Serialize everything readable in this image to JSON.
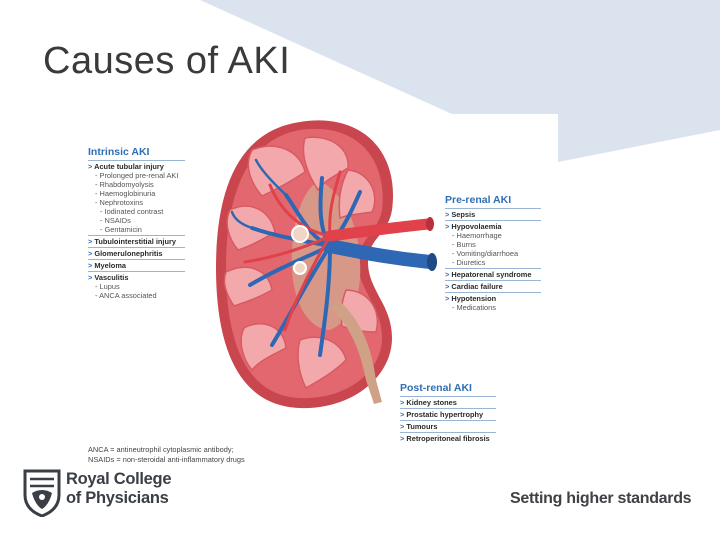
{
  "slide": {
    "title": "Causes of AKI"
  },
  "intrinsic": {
    "title": "Intrinsic AKI",
    "groups": [
      {
        "main": "Acute tubular injury",
        "subs": [
          {
            "level": 1,
            "text": "- Prolonged pre-renal AKI"
          },
          {
            "level": 1,
            "text": "- Rhabdomyolysis"
          },
          {
            "level": 1,
            "text": "- Haemoglobinuria"
          },
          {
            "level": 1,
            "text": "- Nephrotoxins"
          },
          {
            "level": 2,
            "text": "- Iodinated contrast"
          },
          {
            "level": 2,
            "text": "- NSAIDs"
          },
          {
            "level": 2,
            "text": "- Gentamicin"
          }
        ]
      },
      {
        "main": "Tubulointerstitial injury",
        "subs": []
      },
      {
        "main": "Glomerulonephritis",
        "subs": []
      },
      {
        "main": "Myeloma",
        "subs": []
      },
      {
        "main": "Vasculitis",
        "subs": [
          {
            "level": 1,
            "text": "- Lupus"
          },
          {
            "level": 1,
            "text": "- ANCA associated"
          }
        ]
      }
    ]
  },
  "prerenal": {
    "title": "Pre-renal AKI",
    "groups": [
      {
        "main": "Sepsis",
        "subs": []
      },
      {
        "main": "Hypovolaemia",
        "subs": [
          {
            "level": 1,
            "text": "- Haemorrhage"
          },
          {
            "level": 1,
            "text": "- Burns"
          },
          {
            "level": 1,
            "text": "- Vomiting/diarrhoea"
          },
          {
            "level": 1,
            "text": "- Diuretics"
          }
        ]
      },
      {
        "main": "Hepatorenal syndrome",
        "subs": []
      },
      {
        "main": "Cardiac failure",
        "subs": []
      },
      {
        "main": "Hypotension",
        "subs": [
          {
            "level": 1,
            "text": "- Medications"
          }
        ]
      }
    ]
  },
  "postrenal": {
    "title": "Post-renal AKI",
    "groups": [
      {
        "main": "Kidney stones",
        "subs": []
      },
      {
        "main": "Prostatic hypertrophy",
        "subs": []
      },
      {
        "main": "Tumours",
        "subs": []
      },
      {
        "main": "Retroperitoneal fibrosis",
        "subs": []
      }
    ]
  },
  "footnote": {
    "line1": "ANCA = antineutrophil cytoplasmic antibody;",
    "line2": "NSAIDs = non-steroidal anti-inflammatory drugs"
  },
  "branding": {
    "org_line1": "Royal College",
    "org_line2": "of Physicians",
    "tagline": "Setting higher standards"
  },
  "colors": {
    "accent_blue": "#2f6fb3",
    "kidney_cortex": "#e3676e",
    "kidney_medulla": "#f3a9ac",
    "artery": "#e0414a",
    "vein": "#2e67b3",
    "ureter": "#cfa287",
    "background_band": "#dbe3ee"
  }
}
